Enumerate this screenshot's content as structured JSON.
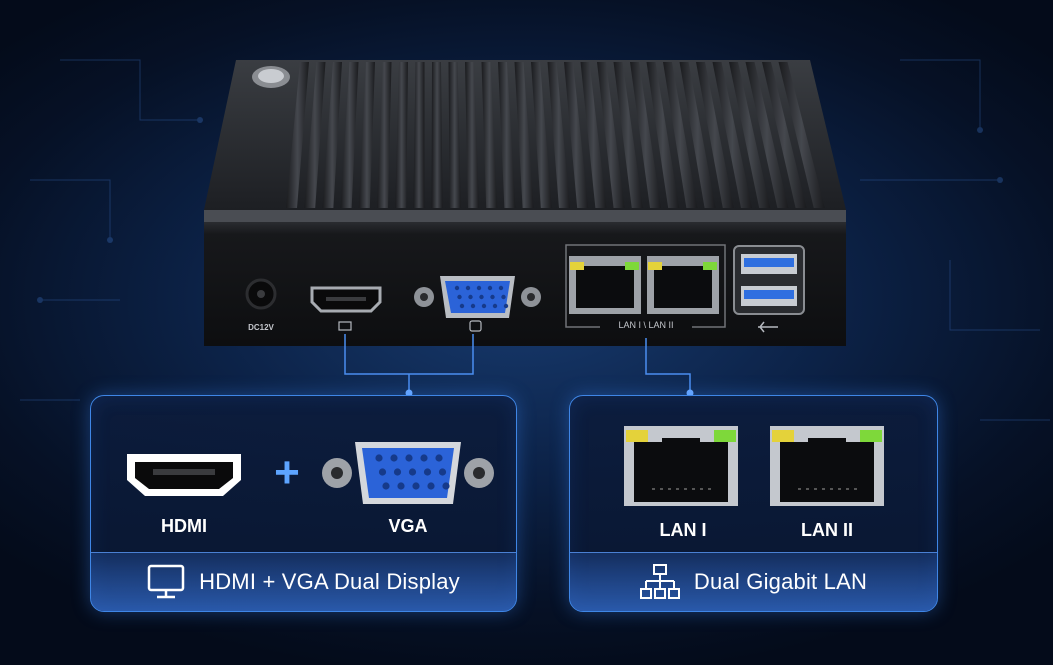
{
  "device": {
    "power_label": "DC12V",
    "lan_strip_label": "LAN I \\ LAN II"
  },
  "display_panel": {
    "hdmi_label": "HDMI",
    "plus_sign": "+",
    "vga_label": "VGA",
    "footer_title": "HDMI + VGA Dual Display",
    "footer_icon": "monitor-icon"
  },
  "lan_panel": {
    "lan1_label": "LAN I",
    "lan2_label": "LAN II",
    "footer_title": "Dual Gigabit LAN",
    "footer_icon": "network-topology-icon"
  },
  "colors": {
    "accent": "#3f86e6",
    "vga_blue": "#2b63d8",
    "usb_blue": "#2f6fe0",
    "led_green": "#7ed83a",
    "led_yellow": "#e4d23a"
  }
}
